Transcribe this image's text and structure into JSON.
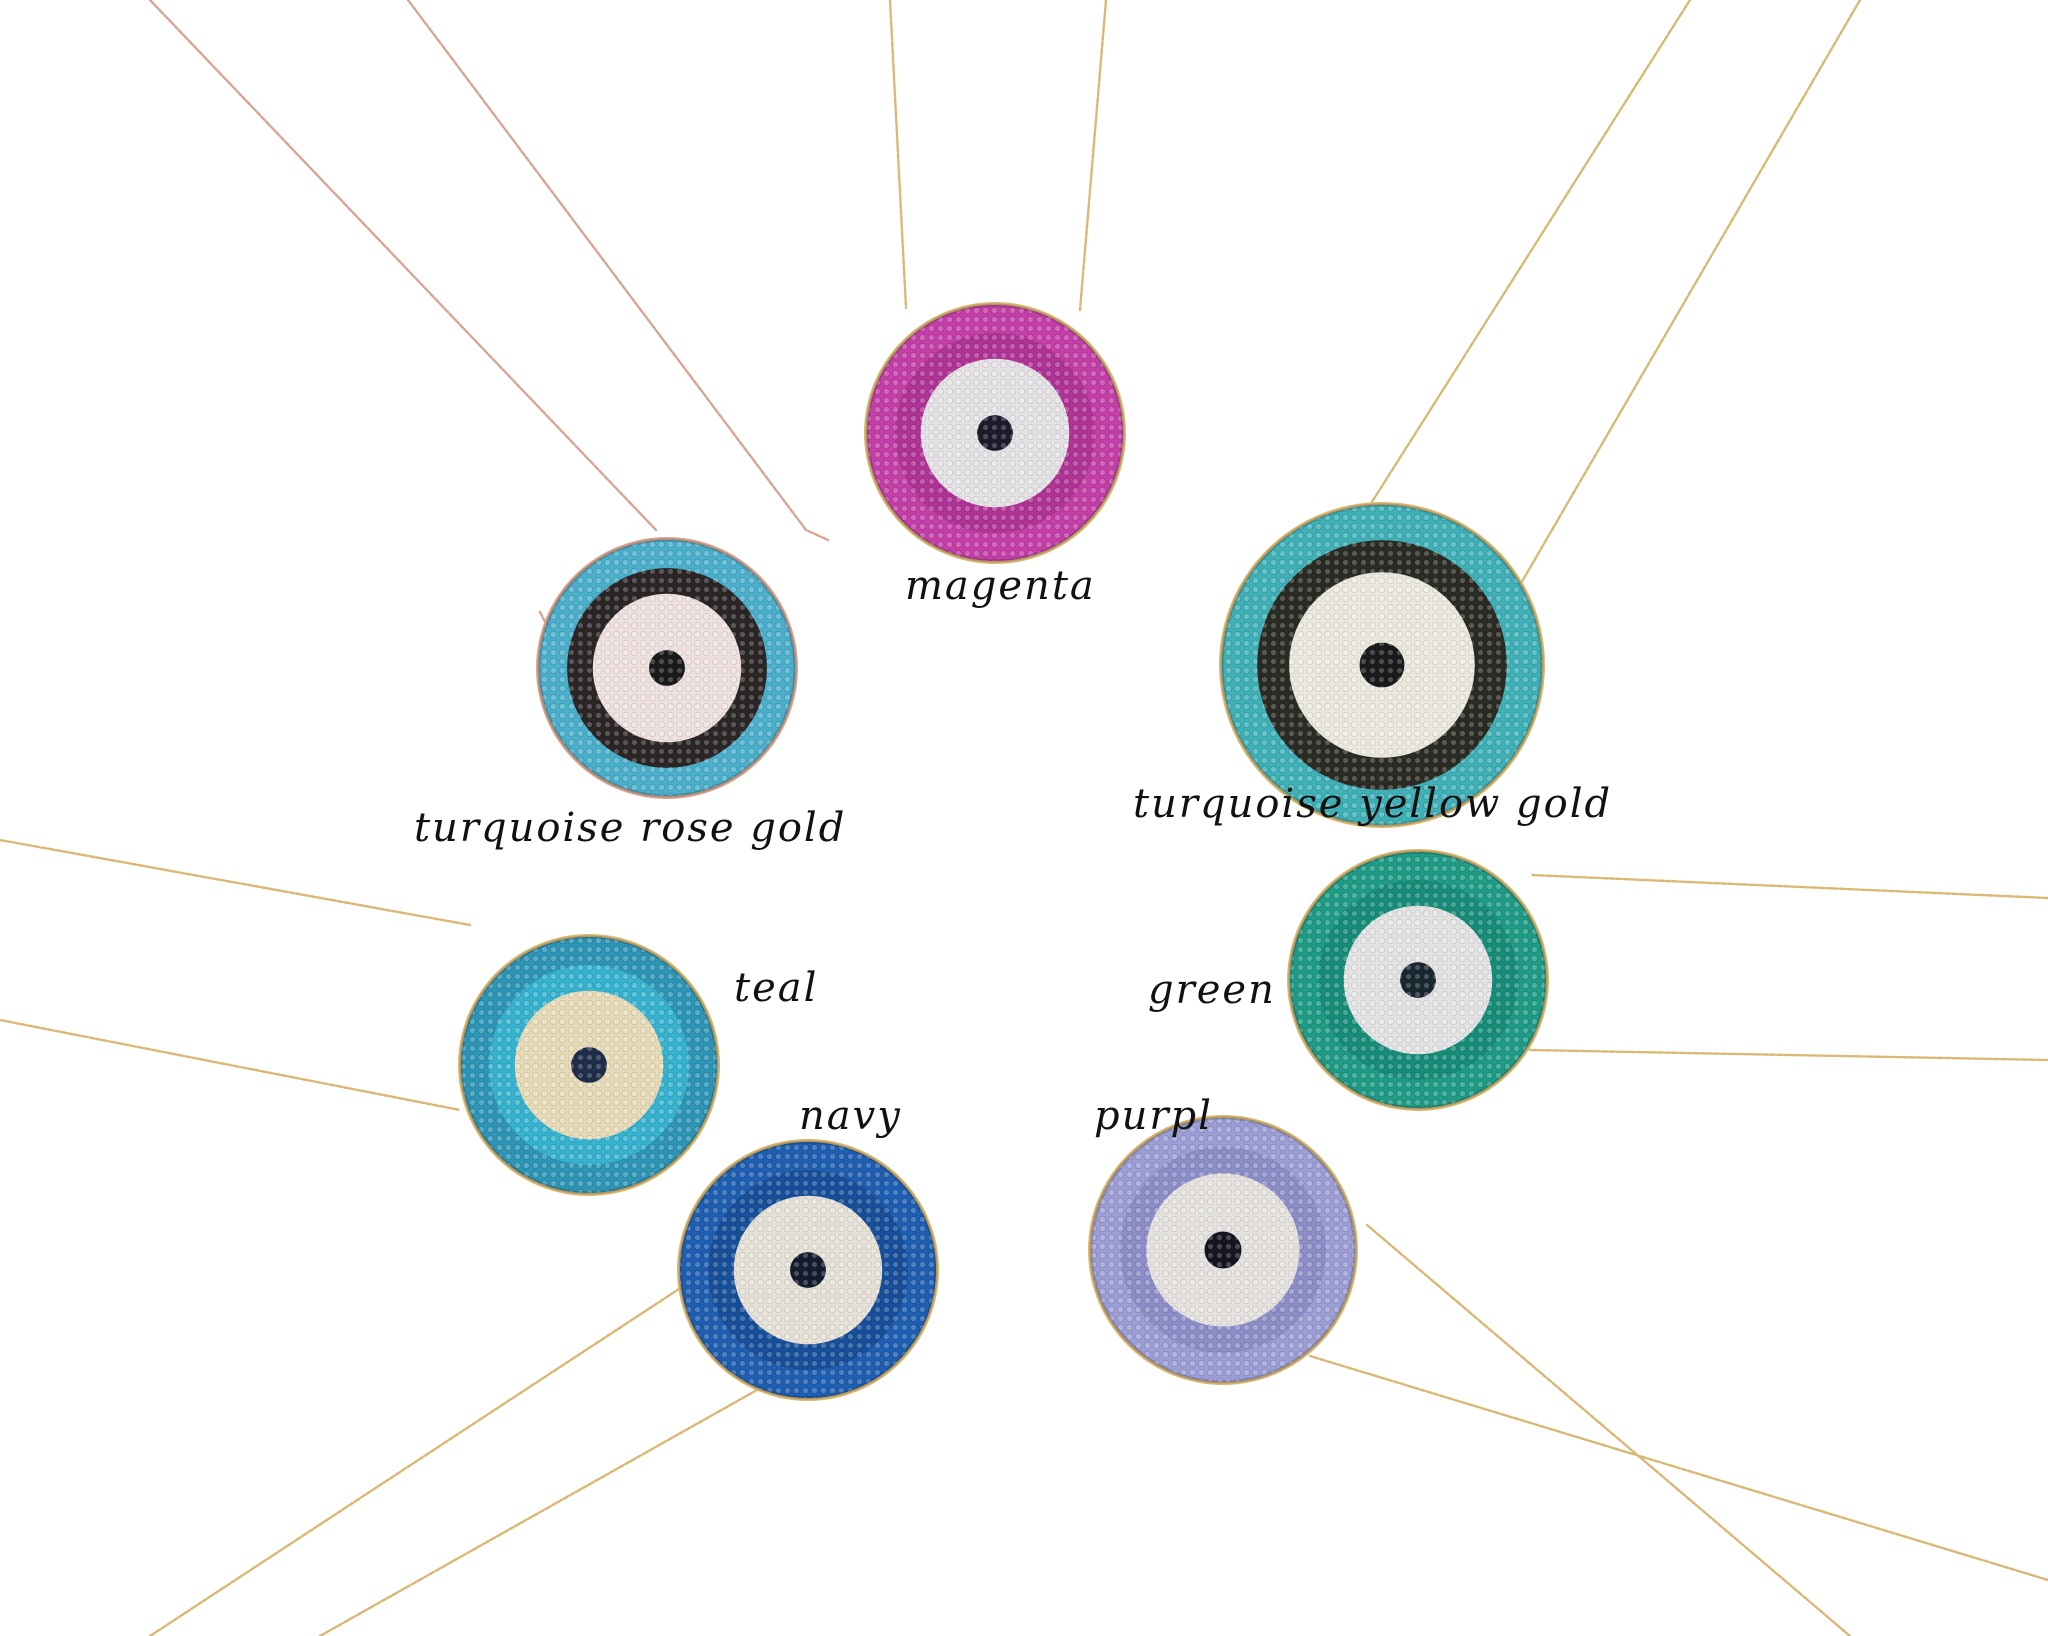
{
  "chain_color_gold": "#d9b873",
  "chain_color_rose": "#d8a592",
  "pendants": [
    {
      "id": "magenta",
      "label": "magenta",
      "colors": {
        "outer": "#c43fa8",
        "ring": "#b03396",
        "inner": "#e6e3e6",
        "center": "#1b1b2b"
      },
      "chain": "gold"
    },
    {
      "id": "turquoise-rose-gold",
      "label": "turquoise rose gold",
      "colors": {
        "outer": "#4bb0cc",
        "ring": "#2b2526",
        "inner": "#efe2e0",
        "center": "#1a1a1a"
      },
      "chain": "rose"
    },
    {
      "id": "turquoise-yellow-gold",
      "label": "turquoise yellow gold",
      "colors": {
        "outer": "#3fb1b7",
        "ring": "#2a2b24",
        "inner": "#eceadf",
        "center": "#1a1a1a"
      },
      "chain": "gold"
    },
    {
      "id": "teal",
      "label": "teal",
      "colors": {
        "outer": "#2d95b5",
        "ring": "#36b3cf",
        "inner": "#e8dcb8",
        "center": "#1f2d4a"
      },
      "chain": "gold"
    },
    {
      "id": "green",
      "label": "green",
      "colors": {
        "outer": "#1f9c86",
        "ring": "#178d79",
        "inner": "#e4e4e4",
        "center": "#1a2730"
      },
      "chain": "gold"
    },
    {
      "id": "navy",
      "label": "navy",
      "colors": {
        "outer": "#1f5fb2",
        "ring": "#174f9a",
        "inner": "#e6e2d8",
        "center": "#121c2e"
      },
      "chain": "gold"
    },
    {
      "id": "purpl",
      "label": "purpl",
      "colors": {
        "outer": "#9d9ed6",
        "ring": "#8d8ec8",
        "inner": "#e6e3e0",
        "center": "#15151f"
      },
      "chain": "gold"
    }
  ]
}
